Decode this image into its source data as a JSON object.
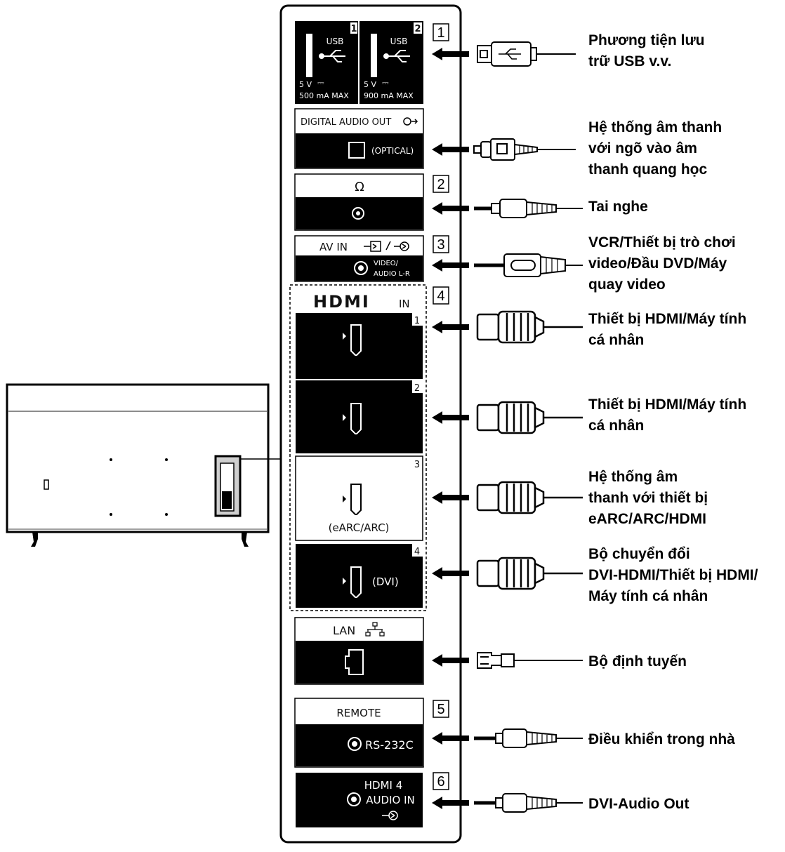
{
  "panels": {
    "usb1_number": "1",
    "usb2_number": "2",
    "usb_label": "USB",
    "usb1_voltage": "5 V",
    "usb1_current": "500 mA MAX",
    "usb2_voltage": "5 V",
    "usb2_current": "900 mA MAX",
    "dc_symbol": "⎓",
    "digital_audio_out": "DIGITAL AUDIO OUT",
    "optical": "(OPTICAL)",
    "headphone_symbol": "Ω",
    "av_in": "AV IN",
    "video_audio_1": "VIDEO/",
    "video_audio_2": "AUDIO L-R",
    "hdmi_logo": "HDMI",
    "hdmi_in": "IN",
    "hdmi_port_1": "1",
    "hdmi_port_2": "2",
    "hdmi_port_3": "3",
    "hdmi_port_4": "4",
    "earc_arc": "(eARC/ARC)",
    "dvi": "(DVI)",
    "lan": "LAN",
    "remote": "REMOTE",
    "rs232c": "RS-232C",
    "hdmi4_audio_1": "HDMI 4",
    "hdmi4_audio_2": "AUDIO IN"
  },
  "callout_numbers": [
    "1",
    "2",
    "3",
    "4",
    "5",
    "6"
  ],
  "labels": {
    "usb": [
      "Phương tiện lưu",
      "trữ USB v.v."
    ],
    "optical": [
      "Hệ thống âm thanh",
      "với ngõ vào âm",
      "thanh quang học"
    ],
    "headphones": [
      "Tai nghe"
    ],
    "av": [
      "VCR/Thiết bị trò chơi",
      "video/Đầu DVD/Máy",
      "quay video"
    ],
    "hdmi1": [
      "Thiết bị HDMI/Máy tính",
      "cá nhân"
    ],
    "hdmi2": [
      "Thiết bị HDMI/Máy tính",
      "cá nhân"
    ],
    "hdmi3": [
      "Hệ thống âm",
      "thanh với thiết bị",
      "eARC/ARC/HDMI"
    ],
    "hdmi4": [
      "Bộ chuyển đổi",
      "DVI-HDMI/Thiết bị HDMI/",
      "Máy tính cá nhân"
    ],
    "lan": [
      "Bộ định tuyến"
    ],
    "remote": [
      "Điều khiển trong nhà"
    ],
    "dvi_audio": [
      "DVI-Audio Out"
    ]
  },
  "icons": [
    "usb-icon",
    "optical-out-icon",
    "headphone-icon",
    "av-input-icon",
    "hdmi-port-icon",
    "lan-network-icon",
    "rca-jack-icon",
    "usb-plug",
    "optical-plug",
    "mini-jack-plug",
    "hdmi-plug",
    "rj45-plug",
    "tv-back-view"
  ]
}
